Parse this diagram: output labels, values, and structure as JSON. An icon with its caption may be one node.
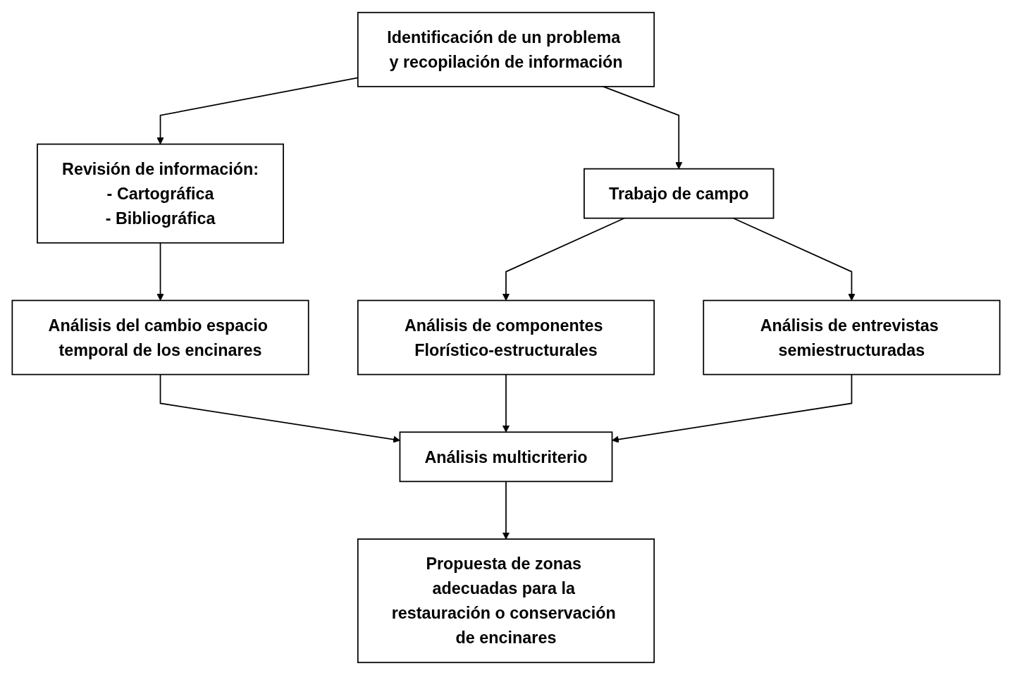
{
  "diagram": {
    "nodes": [
      {
        "text": [
          "Identificación de un problema y recopilación de información"
        ]
      },
      {
        "text": [
          "Revisión de información:",
          "- Cartográfica",
          "- Bibliográfica"
        ]
      },
      {
        "text": [
          "Trabajo de campo"
        ]
      },
      {
        "text": [
          "Análisis del cambio espacio temporal de los encinares"
        ]
      },
      {
        "text": [
          "Análisis de componentes Florístico-estructurales"
        ]
      },
      {
        "text": [
          "Análisis de entrevistas semiestructuradas"
        ]
      },
      {
        "text": [
          "Análisis multicriterio"
        ]
      },
      {
        "text": [
          "Propuesta de zonas adecuadas para la restauración o conservación de encinares"
        ]
      }
    ],
    "edges": [
      {
        "from": 0,
        "to": 1,
        "arrow": "to"
      },
      {
        "from": 0,
        "to": 2,
        "arrow": "to"
      },
      {
        "from": 1,
        "to": 3,
        "arrow": "to"
      },
      {
        "from": 2,
        "to": 4,
        "arrow": "to"
      },
      {
        "from": 2,
        "to": 5,
        "arrow": "to"
      },
      {
        "from": 3,
        "to": 6,
        "arrow": "to"
      },
      {
        "from": 4,
        "to": 6,
        "arrow": "to"
      },
      {
        "from": 5,
        "to": 6,
        "arrow": "to"
      },
      {
        "from": 6,
        "to": 7,
        "arrow": "to"
      }
    ]
  }
}
